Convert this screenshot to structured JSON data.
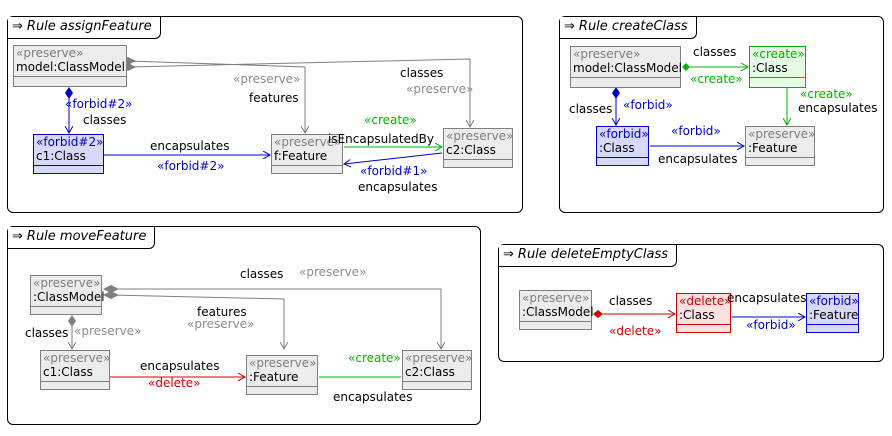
{
  "rules": {
    "assign": {
      "title": "Rule assignFeature",
      "nodes": {
        "model": {
          "stereotype": "«preserve»",
          "name": "model:ClassModel"
        },
        "c1": {
          "stereotype": "«forbid#2»",
          "name": "c1:Class"
        },
        "f": {
          "stereotype": "«preserve»",
          "name": "f:Feature"
        },
        "c2": {
          "stereotype": "«preserve»",
          "name": "c2:Class"
        }
      },
      "labels": {
        "preserve1": "«preserve»",
        "features": "features",
        "classes1": "classes",
        "preserve2": "«preserve»",
        "forbid2a": "«forbid#2»",
        "classes2": "classes",
        "encapsulates1": "encapsulates",
        "forbid2b": "«forbid#2»",
        "create": "«create»",
        "isEnc": "isEncapsulatedBy",
        "forbid1": "«forbid#1»",
        "encapsulates2": "encapsulates"
      }
    },
    "create": {
      "title": "Rule createClass",
      "nodes": {
        "model": {
          "stereotype": "«preserve»",
          "name": "model:ClassModel"
        },
        "newc": {
          "stereotype": "«create»",
          "name": ":Class"
        },
        "fc": {
          "stereotype": "«forbid»",
          "name": ":Class"
        },
        "feat": {
          "stereotype": "«preserve»",
          "name": ":Feature"
        }
      },
      "labels": {
        "classes1": "classes",
        "create1": "«create»",
        "create2": "«create»",
        "encapsulates1": "encapsulates",
        "forbid1": "«forbid»",
        "classes2": "classes",
        "forbid2": "«forbid»",
        "encapsulates2": "encapsulates"
      }
    },
    "move": {
      "title": "Rule moveFeature",
      "nodes": {
        "model": {
          "stereotype": "«preserve»",
          "name": ":ClassModel"
        },
        "c1": {
          "stereotype": "«preserve»",
          "name": "c1:Class"
        },
        "feat": {
          "stereotype": "«preserve»",
          "name": ":Feature"
        },
        "c2": {
          "stereotype": "«preserve»",
          "name": "c2:Class"
        }
      },
      "labels": {
        "classes1": "classes",
        "preserve1": "«preserve»",
        "features": "features",
        "preserve2": "«preserve»",
        "classes2": "classes",
        "preserve3": "«preserve»",
        "encapsulates1": "encapsulates",
        "delete": "«delete»",
        "create": "«create»",
        "encapsulates2": "encapsulates"
      }
    },
    "del": {
      "title": "Rule deleteEmptyClass",
      "nodes": {
        "model": {
          "stereotype": "«preserve»",
          "name": ":ClassModel"
        },
        "cls": {
          "stereotype": "«delete»",
          "name": ":Class"
        },
        "feat": {
          "stereotype": "«forbid»",
          "name": ":Feature"
        }
      },
      "labels": {
        "classes": "classes",
        "delete": "«delete»",
        "encapsulates": "encapsulates",
        "forbid": "«forbid»"
      }
    }
  },
  "colors": {
    "preserve": "#7f7f7f",
    "forbid": "#0000c8",
    "create": "#00b400",
    "delete": "#d20000"
  }
}
